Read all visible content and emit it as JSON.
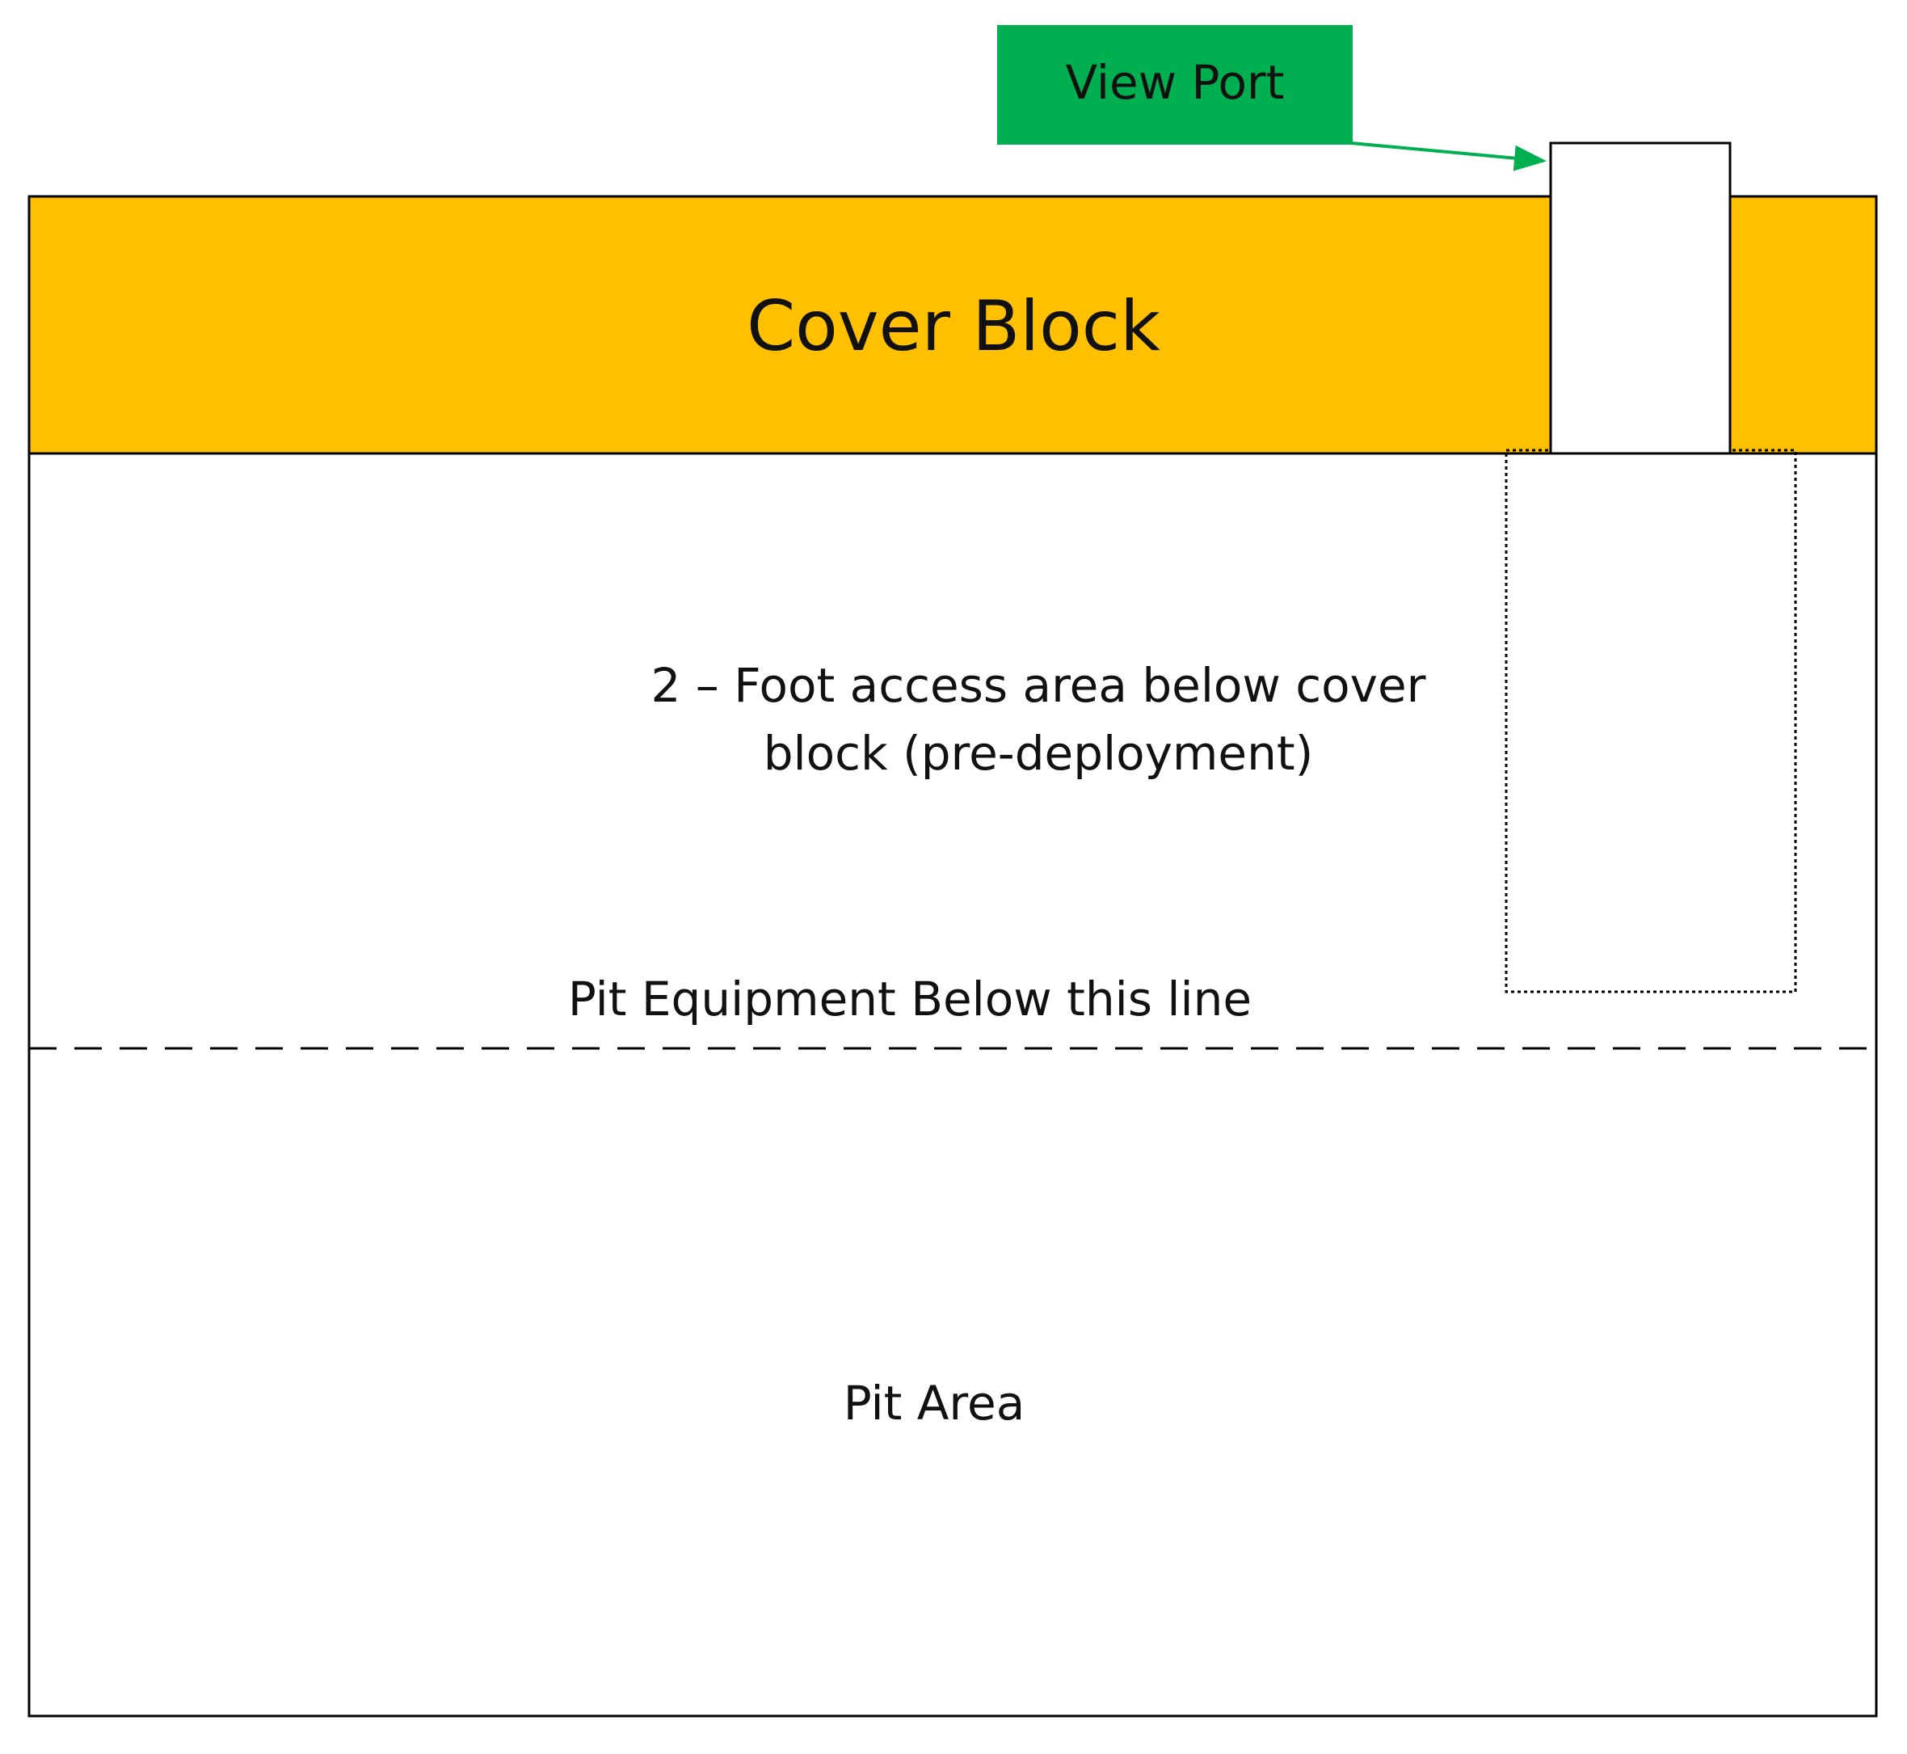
{
  "labels": {
    "view_port": "View Port",
    "cover_block": "Cover Block",
    "access_line1": "2 – Foot access area below cover",
    "access_line2": "block (pre-deployment)",
    "pit_equipment": "Pit Equipment Below this line",
    "pit_area": "Pit Area"
  },
  "colors": {
    "cover_block": "#FFC000",
    "view_port_label": "#00B050",
    "arrow": "#00B050",
    "outline": "#000000"
  }
}
